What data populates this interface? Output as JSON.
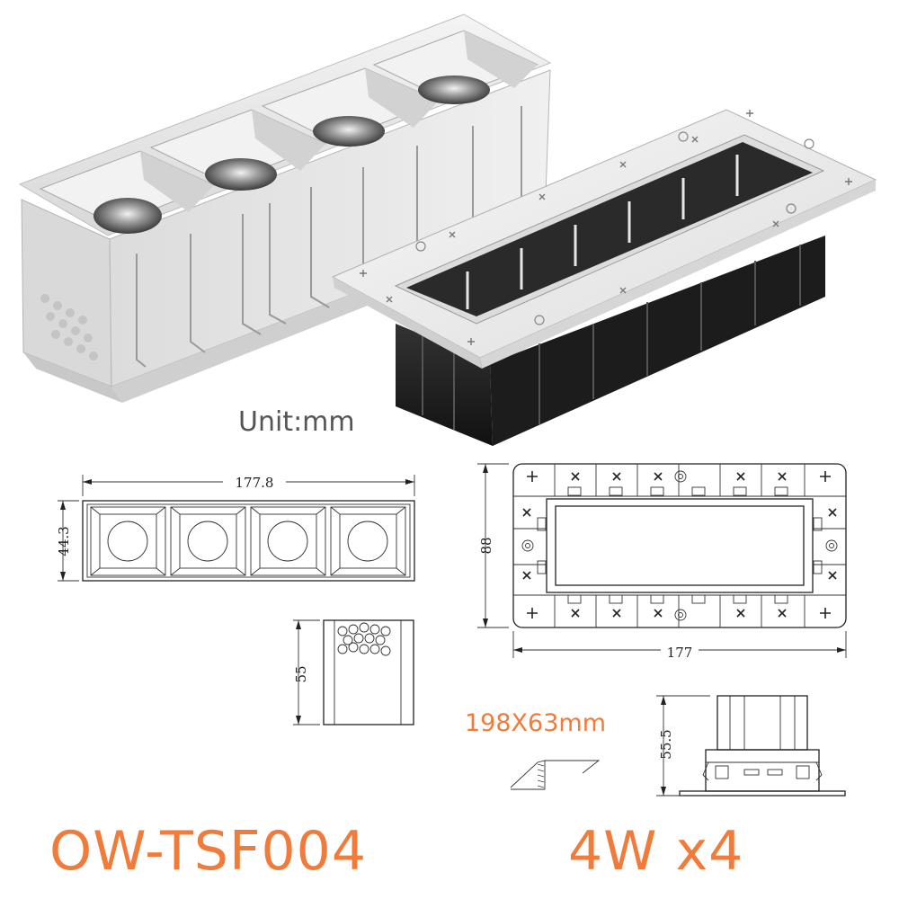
{
  "unit_label": "Unit:mm",
  "front_view": {
    "width_dim": "177.8",
    "height_dim": "44.3"
  },
  "side_view": {
    "height_dim": "55"
  },
  "top_view": {
    "height_dim": "88",
    "width_dim": "177"
  },
  "profile_view": {
    "height_dim": "55.5"
  },
  "cutout_size": "198X63mm",
  "model": "OW-TSF004",
  "power": "4W x4",
  "colors": {
    "accent": "#f07b3a",
    "unit_text": "#555555",
    "render_white": "#e6e6e6",
    "render_black": "#1c1c1c"
  }
}
